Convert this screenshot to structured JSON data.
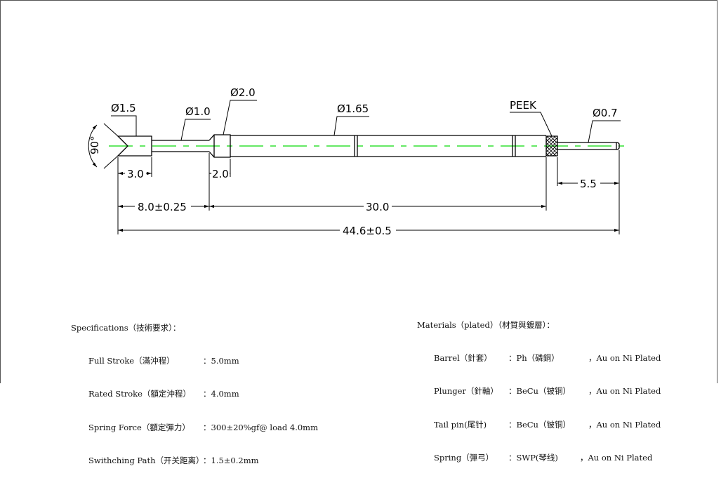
{
  "drawing": {
    "diameters": {
      "tip": "Ø1.5",
      "neck": "Ø1.0",
      "collar": "Ø2.0",
      "barrel": "Ø1.65",
      "insulator": "PEEK",
      "tail": "Ø0.7"
    },
    "angle": "90°",
    "dimensions": {
      "tip_length": "3.0",
      "collar_length": "2.0",
      "tail_length": "5.5",
      "plunger_length": "8.0±0.25",
      "barrel_length": "30.0",
      "overall_length": "44.6±0.5"
    }
  },
  "specifications": {
    "title": "Specifications（技術要求）：",
    "rows": [
      {
        "label": "Full Stroke（滿沖程）",
        "value": "：5.0mm"
      },
      {
        "label": "Rated Stroke（額定沖程）",
        "value": "：4.0mm"
      },
      {
        "label": "Spring Force（額定彈力）",
        "value": "：300±20%gf@ load 4.0mm"
      },
      {
        "label": "Swithching Path（开关距离）",
        "value": "：1.5±0.2mm"
      }
    ]
  },
  "materials": {
    "title": "Materials（plated）（材質與鍍層）：",
    "rows": [
      {
        "label": "Barrel（針套）",
        "material": "：Ph（磷銅）",
        "plating": "，Au on Ni Plated"
      },
      {
        "label": "Plunger（針軸）",
        "material": "：BeCu（铍铜）",
        "plating": "，Au on Ni Plated"
      },
      {
        "label": "Tail pin(尾针)",
        "material": "：BeCu（铍铜）",
        "plating": "，Au on Ni Plated"
      },
      {
        "label": "Spring（彈弓）",
        "material": "：SWP(琴线)",
        "plating": "，Au on Ni Plated"
      }
    ]
  },
  "colors": {
    "centerline": "#33e033",
    "line": "#000000",
    "frame": "#555555"
  }
}
